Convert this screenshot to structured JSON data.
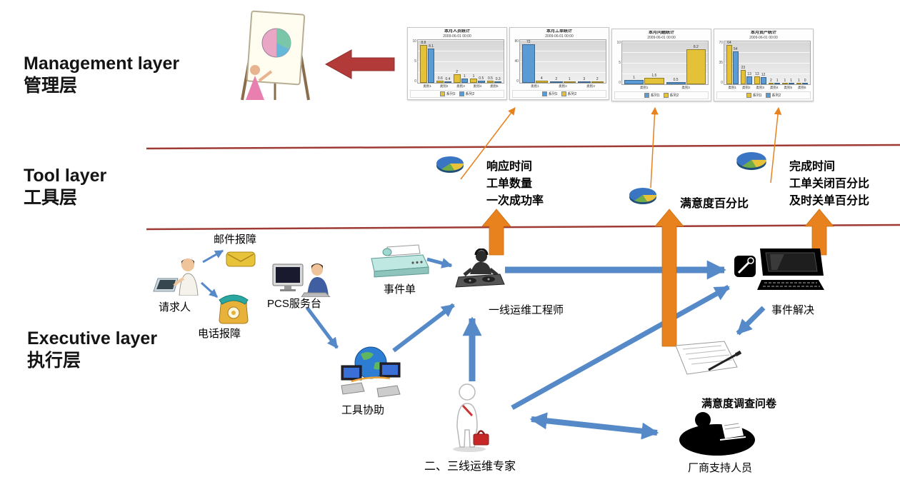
{
  "layers": {
    "management": {
      "en": "Management layer",
      "zh": "管理层"
    },
    "tool": {
      "en": "Tool layer",
      "zh": "工具层"
    },
    "executive": {
      "en": "Executive layer",
      "zh": "执行层"
    }
  },
  "tool_layer": {
    "metrics_left": [
      "响应时间",
      "工单数量",
      "一次成功率"
    ],
    "metrics_mid": "满意度百分比",
    "metrics_right": [
      "完成时间",
      "工单关闭百分比",
      "及时关单百分比"
    ]
  },
  "executive_layer": {
    "email_report": "邮件报障",
    "requester": "请求人",
    "phone_report": "电话报障",
    "service_desk": "PCS服务台",
    "incident_ticket": "事件单",
    "first_line_engineer": "一线运维工程师",
    "tool_assist": "工具协助",
    "expert": "二、三线运维专家",
    "incident_resolved": "事件解决",
    "survey": "满意度调查问卷",
    "vendor_support": "厂商支持人员"
  },
  "colors": {
    "accent_orange": "#E8821E",
    "accent_blue": "#5589C8",
    "separator_maroon": "#9E3B35",
    "report_arrow_red": "#B23A38",
    "bar_yellow": "#E3C23A",
    "bar_blue": "#5B9BD5"
  },
  "chart_data": [
    {
      "type": "bar",
      "title": "本月人员统计",
      "subtitle": "2009-06-01 00:00",
      "categories": [
        "类别1",
        "类别2",
        "类别3",
        "类别4",
        "类别5"
      ],
      "series": [
        {
          "name": "系列1",
          "color": "#E3C23A",
          "values": [
            8.8,
            0.6,
            2,
            1,
            0.5
          ]
        },
        {
          "name": "系列2",
          "color": "#5B9BD5",
          "values": [
            8.1,
            0.4,
            1,
            0.5,
            0.3
          ]
        }
      ],
      "ylim": [
        0,
        10
      ],
      "legend_position": "bottom",
      "grid": true
    },
    {
      "type": "bar",
      "title": "本月工单统计",
      "subtitle": "2009-06-01 00:00",
      "categories": [
        "类别1",
        "类别2",
        "类别3"
      ],
      "series": [
        {
          "name": "系列1",
          "color": "#5B9BD5",
          "values": [
            72,
            2,
            3
          ]
        },
        {
          "name": "系列2",
          "color": "#E3C23A",
          "values": [
            4,
            1,
            2
          ]
        }
      ],
      "ylim": [
        0,
        80
      ],
      "legend_position": "bottom",
      "grid": true
    },
    {
      "type": "bar",
      "title": "本月问题统计",
      "subtitle": "2009-06-01 00:00",
      "categories": [
        "类别1",
        "类别2"
      ],
      "series": [
        {
          "name": "系列1",
          "color": "#5B9BD5",
          "values": [
            1,
            0.5
          ]
        },
        {
          "name": "系列2",
          "color": "#E3C23A",
          "values": [
            1.5,
            8.2
          ]
        }
      ],
      "ylim": [
        0,
        10
      ],
      "legend_position": "bottom",
      "grid": true
    },
    {
      "type": "bar",
      "title": "本月资产统计",
      "subtitle": "2009-06-01 00:00",
      "categories": [
        "类别1",
        "类别2",
        "类别3",
        "类别4",
        "类别5",
        "类别6"
      ],
      "series": [
        {
          "name": "系列1",
          "color": "#E3C23A",
          "values": [
            64,
            23,
            13,
            2,
            1,
            1
          ]
        },
        {
          "name": "系列2",
          "color": "#5B9BD5",
          "values": [
            54,
            13,
            12,
            1,
            1,
            0
          ]
        }
      ],
      "ylim": [
        0,
        70
      ],
      "legend_position": "bottom",
      "grid": true
    }
  ]
}
